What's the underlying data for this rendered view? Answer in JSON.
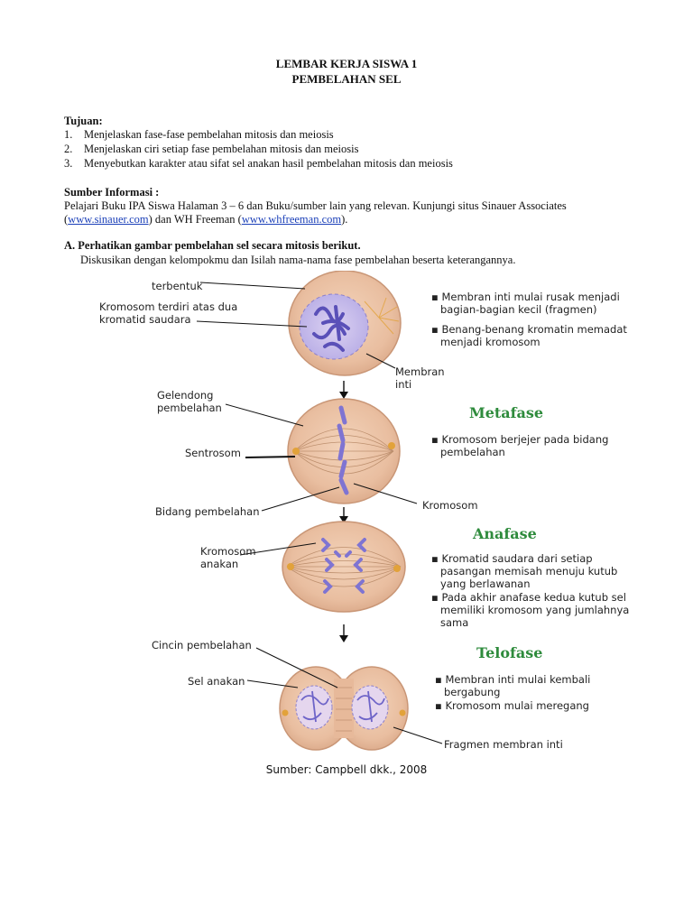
{
  "header": {
    "title": "LEMBAR KERJA SISWA 1",
    "subtitle": "PEMBELAHAN SEL"
  },
  "tujuan": {
    "heading": "Tujuan:",
    "items": [
      {
        "num": "1.",
        "text": "Menjelaskan fase-fase pembelahan mitosis dan meiosis"
      },
      {
        "num": "2.",
        "text": "Menjelaskan ciri setiap fase pembelahan mitosis dan meiosis"
      },
      {
        "num": "3.",
        "text": "Menyebutkan karakter atau sifat sel anakan hasil pembelahan mitosis dan meiosis"
      }
    ]
  },
  "sumber": {
    "heading": "Sumber Informasi :",
    "line1": "Pelajari Buku IPA Siswa Halaman 3 – 6 dan Buku/sumber lain yang relevan. Kunjungi situs Sinauer Associates",
    "open1": "(",
    "link1": "www.sinauer.com",
    "mid": ") dan WH Freeman (",
    "link2": "www.whfreeman.com",
    "close": ")."
  },
  "sectionA": {
    "heading": "A. Perhatikan gambar pembelahan sel secara mitosis berikut.",
    "instruction": "Diskusikan dengan kelompokmu dan Isilah nama-nama fase pembelahan beserta keterangannya."
  },
  "figure": {
    "labels": {
      "terbentuk": "terbentuk",
      "kromosom_kromatid_1": "Kromosom terdiri atas dua",
      "kromosom_kromatid_2": "kromatid saudara",
      "membran_inti_1": "Membran",
      "membran_inti_2": "inti",
      "gelendong_1": "Gelendong",
      "gelendong_2": "pembelahan",
      "sentrosom": "Sentrosom",
      "bidang": "Bidang pembelahan",
      "kromosom": "Kromosom",
      "kromosom_anakan_1": "Kromosom",
      "kromosom_anakan_2": "anakan",
      "cincin": "Cincin pembelahan",
      "sel_anakan": "Sel anakan",
      "fragmen": "Fragmen membran inti"
    },
    "profase_bullets": [
      [
        "Membran inti mulai rusak menjadi",
        "bagian-bagian kecil (fragmen)"
      ],
      [
        "Benang-benang kromatin memadat",
        "menjadi kromosom"
      ]
    ],
    "metafase": {
      "name": "Metafase",
      "bullets": [
        [
          "Kromosom berjejer pada bidang",
          "pembelahan"
        ]
      ]
    },
    "anafase": {
      "name": "Anafase",
      "bullets": [
        [
          "Kromatid saudara dari setiap",
          "pasangan memisah menuju kutub",
          "yang berlawanan"
        ],
        [
          "Pada akhir anafase kedua kutub sel",
          "memiliki kromosom yang jumlahnya",
          "sama"
        ]
      ]
    },
    "telofase": {
      "name": "Telofase",
      "bullets": [
        [
          "Membran inti mulai kembali",
          "bergabung"
        ],
        [
          "Kromosom mulai meregang"
        ]
      ]
    },
    "bullet_char": "▪",
    "source": "Sumber: Campbell dkk., 2008"
  },
  "colors": {
    "cell_fill": "#e9bea0",
    "cell_edge": "#c99676",
    "chromosome": "#6e64c8",
    "phase_green": "#2e8b3c",
    "link_blue": "#1a3fb8"
  }
}
